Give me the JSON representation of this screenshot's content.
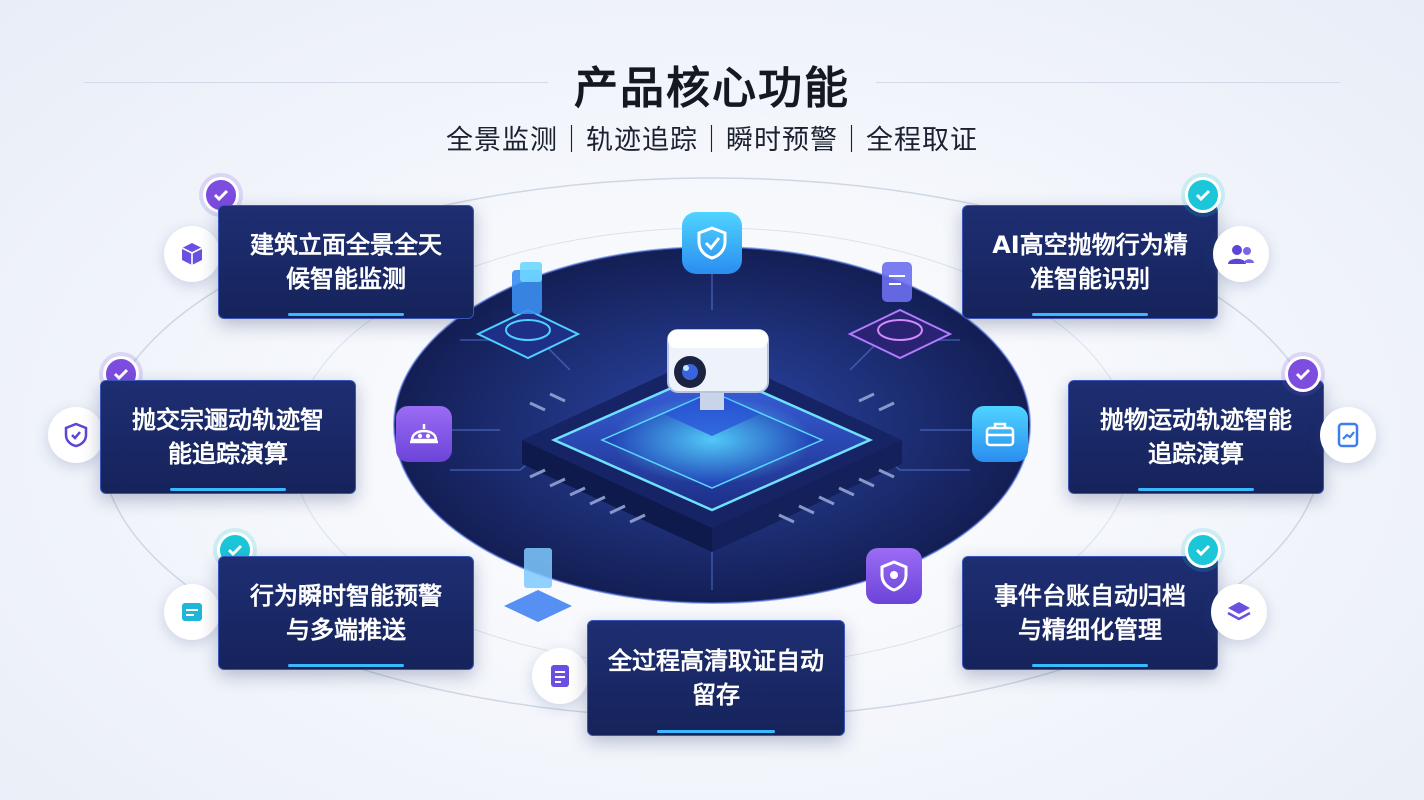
{
  "header": {
    "title": "产品核心功能",
    "subtitle": "全景监测｜轨迹追踪｜瞬时预警｜全程取证"
  },
  "features": {
    "f1": "建筑立面全景全天候智能监测",
    "f2": "AI高空抛物行为精准智能识别",
    "f3": "抛交宗逦动轨迹智能追踪演算",
    "f4": "抛物运动轨迹智能追踪演算",
    "f5": "行为瞬时智能预警与多端推送",
    "f6": "事件台账自动归档与精细化管理",
    "f7": "全过程高清取证自动留存"
  },
  "icons": {
    "f1": "cube-icon",
    "f2": "users-icon",
    "f3": "shield-icon",
    "f4": "document-chart-icon",
    "f5": "window-icon",
    "f6": "layers-icon",
    "f7": "document-icon",
    "hub": "security-camera-on-chip-icon"
  },
  "colors": {
    "card": "#1a2a68",
    "accent_blue": "#3ab9ff",
    "check_purple": "#7c4dde",
    "check_teal": "#1cc6d9",
    "platform": "#1b2b6e"
  }
}
